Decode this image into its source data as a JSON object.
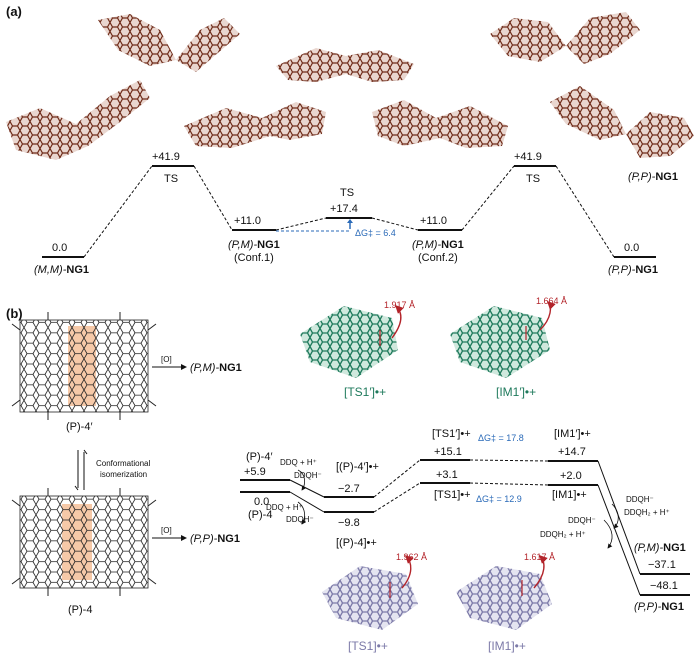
{
  "panel_a": {
    "label": "(a)",
    "ts_left_energy": "+41.9",
    "ts_left_label": "TS",
    "ts_right_energy": "+41.9",
    "ts_right_label": "TS",
    "mm_energy": "0.0",
    "mm_label_prefix": "(M,M)-",
    "mm_label_name": "NG1",
    "conf1_energy": "+11.0",
    "conf1_label_prefix": "(P,M)-",
    "conf1_label_name": "NG1",
    "conf1_sub": "(Conf.1)",
    "ts_mid_label": "TS",
    "ts_mid_energy": "+17.4",
    "ts_mid_dg": "ΔG‡ = 6.4",
    "conf2_energy": "+11.0",
    "conf2_label_prefix": "(P,M)-",
    "conf2_label_name": "NG1",
    "conf2_sub": "(Conf.2)",
    "pp_energy": "0.0",
    "pp_label_prefix": "(P,P)-",
    "pp_label_name": "NG1",
    "pp_top_label_prefix": "(P,P)-",
    "pp_top_label_name": "NG1"
  },
  "panel_b": {
    "label": "(b)",
    "left": {
      "top_product_prefix": "(P,M)-",
      "top_product_name": "NG1",
      "oxidant_top": "[O]",
      "top_compound": "(P)-4′",
      "equilibrium_line1": "Conformational",
      "equilibrium_line2": "isomerization",
      "bottom_product_prefix": "(P,P)-",
      "bottom_product_name": "NG1",
      "oxidant_bottom": "[O]",
      "bottom_compound": "(P)-4"
    },
    "structures": {
      "ts1p_label": "[TS1′]•+",
      "ts1p_distance": "1.917 Å",
      "im1p_label": "[IM1′]•+",
      "im1p_distance": "1.664 Å",
      "ts1_label": "[TS1]•+",
      "ts1_distance": "1.962 Å",
      "im1_label": "[IM1]•+",
      "im1_distance": "1.617 Å"
    },
    "profile": {
      "p4p_label": "(P)-4′",
      "p4p_energy": "+5.9",
      "p4_energy": "0.0",
      "p4_label": "(P)-4",
      "ddq_top_1": "DDQ + H⁺",
      "ddqh_top": "DDQH⁻",
      "ddq_bot_1": "DDQ + H⁺",
      "ddqh_bot": "DDQH⁻",
      "rc_p_label": "[(P)-4′]•+",
      "rc_p_energy": "−2.7",
      "rc_energy": "−9.8",
      "rc_label": "[(P)-4]•+",
      "ts1p_label": "[TS1′]•+",
      "ts1p_dg": "ΔG‡ = 17.8",
      "ts1p_energy": "+15.1",
      "ts1_energy": "+3.1",
      "ts1_label": "[TS1]•+",
      "ts1_dg": "ΔG‡ = 12.9",
      "im1p_label": "[IM1′]•+",
      "im1p_energy": "+14.7",
      "im1_energy": "+2.0",
      "im1_label": "[IM1]•+",
      "ddqh_r1": "DDQH⁻",
      "ddqh2_r1": "DDQH₂ + H⁺",
      "ddqh_r2": "DDQH⁻",
      "ddqh2_r2": "DDQH₂ + H⁺",
      "pm_label_prefix": "(P,M)-",
      "pm_label_name": "NG1",
      "pm_energy": "−37.1",
      "pp_energy": "−48.1",
      "pp_label_prefix": "(P,P)-",
      "pp_label_name": "NG1"
    }
  },
  "colors": {
    "brown_structure": "#6e2a18",
    "green_structure": "#1f7a5c",
    "purple_structure": "#7c7aa8",
    "highlight_orange": "#f6c9a8",
    "blue_text": "#2a6ab8",
    "red_text": "#b3242a"
  }
}
